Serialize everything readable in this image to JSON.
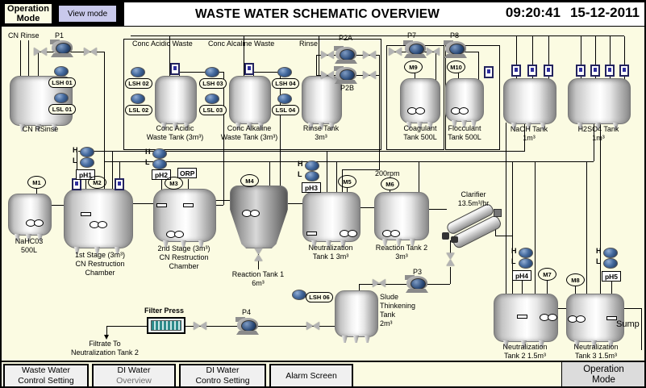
{
  "header": {
    "operation_mode_l1": "Operation",
    "operation_mode_l2": "Mode",
    "view_mode": "View mode",
    "title": "WASTE WATER SCHEMATIC OVERVIEW",
    "time": "09:20:41",
    "date": "15-12-2011"
  },
  "footer": {
    "waste_water_l1": "Waste Water",
    "waste_water_l2": "Control Setting",
    "di_overview_l1": "DI Water",
    "di_overview_l2": "Overview",
    "di_setting_l1": "DI Water",
    "di_setting_l2": "Contro Setting",
    "alarm": "Alarm Screen",
    "operation_l1": "Operation",
    "operation_l2": "Mode"
  },
  "labels": {
    "cn_rinse": "CN Rinse",
    "cn_tank": "CN RSinse",
    "p1": "P1",
    "p2a": "P2A",
    "p2b": "P2B",
    "p3": "P3",
    "p4": "P4",
    "p7": "P7",
    "p8": "P8",
    "lsh01": "LSH 01",
    "lsl01": "LSL 01",
    "lsh02": "LSH 02",
    "lsl02": "LSL 02",
    "lsh03": "LSH 03",
    "lsl03": "LSL 03",
    "lsh04": "LSH 04",
    "lsl04": "LSL 04",
    "lsh06": "LSH 06",
    "conc_acidic_waste": "Conc Acidic Waste",
    "conc_alcaline_waste": "Conc Alcaline Waste",
    "rinse": "Rinse",
    "acidic_tank_l1": "Conc Acidic",
    "acidic_tank_l2": "Waste Tank (3m³)",
    "alkaline_tank_l1": "Conc Alkaline",
    "alkaline_tank_l2": "Waste Tank (3m³)",
    "rinse_tank_l1": "Rinse Tank",
    "rinse_tank_l2": "3m³",
    "coagulant_l1": "Coagulant",
    "coagulant_l2": "Tank 500L",
    "flocculant_l1": "Flocculant",
    "flocculant_l2": "Tank 500L",
    "naoh_l1": "NaOH Tank",
    "naoh_l2": "1m³",
    "h2so4_l1": "H2SO4 Tank",
    "h2so4_l2": "1m³",
    "m1": "M1",
    "m2": "M2",
    "m3": "M3",
    "m4": "M4",
    "m5": "M5",
    "m6": "M6",
    "m7": "M7",
    "m8": "M8",
    "m9": "M9",
    "m10": "M10",
    "h": "H",
    "l": "L",
    "ph1": "pH1",
    "ph2": "pH2",
    "ph3": "pH3",
    "ph4": "pH4",
    "ph5": "pH5",
    "orp": "ORP",
    "nahco3_l1": "NaHC03",
    "nahco3_l2": "500L",
    "stage1_l1": "1st Stage (3m³)",
    "stage1_l2": "CN Restruction",
    "stage1_l3": "Chamber",
    "stage2_l1": "2nd Stage (3m³)",
    "stage2_l2": "CN Restruction",
    "stage2_l3": "Chamber",
    "reaction1_l1": "Reaction Tank 1",
    "reaction1_l2": "6m³",
    "neut1_l1": "Neutralization",
    "neut1_l2": "Tank 1  3m³",
    "rpm": "200rpm",
    "reaction2_l1": "Reaction Tank 2",
    "reaction2_l2": "3m³",
    "clarifier_l1": "Clarifier",
    "clarifier_l2": "13.5m³/hr",
    "sludge_l1": "Slude",
    "sludge_l2": "Thinkening",
    "sludge_l3": "Tank",
    "sludge_l4": "2m³",
    "filter_press": "Filter Press",
    "filtrate_l1": "Filtrate To",
    "filtrate_l2": "Neutralization Tank 2",
    "neut2_l1": "Neutralization",
    "neut2_l2": "Tank 2  1.5m³",
    "neut3_l1": "Neutralization",
    "neut3_l2": "Tank 3  1.5m³",
    "sump": "Sump"
  },
  "colors": {
    "background": "#FBFBE2",
    "frame": "#000000",
    "title_bg": "#FFFFFF",
    "view_mode_button": "#C9C9EC",
    "footer_button": "#F0F0F0",
    "operation_button": "#DCDCDC",
    "indicator_blue": "#2A4A78",
    "filter_teal": "#2E8B8B"
  }
}
